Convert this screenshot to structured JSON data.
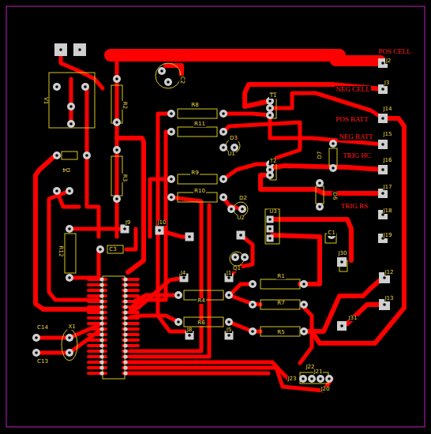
{
  "diagram": {
    "labels": [
      "POS CELL",
      "J2",
      "C2",
      "V1",
      "R2",
      "NEG CELL",
      "J3",
      "R8",
      "T1",
      "J14",
      "POS BATT",
      "R11",
      "D3",
      "U1",
      "J15",
      "NEG BATT",
      "R3",
      "D4",
      "D7",
      "TRIG HC",
      "J16",
      "T2",
      "R9",
      "R10",
      "D6",
      "J17",
      "D2",
      "U2",
      "TRIG RS",
      "J18",
      "U3",
      "J9",
      "J10",
      "C1",
      "J19",
      "R12",
      "C3",
      "J30",
      "Q1",
      "J4",
      "J1",
      "R1",
      "J12",
      "R4",
      "R7",
      "J13",
      "R6",
      "J31",
      "R5",
      "J8",
      "J5",
      "C14",
      "X1",
      "C13",
      "J22",
      "J21",
      "J23",
      "J20"
    ]
  }
}
